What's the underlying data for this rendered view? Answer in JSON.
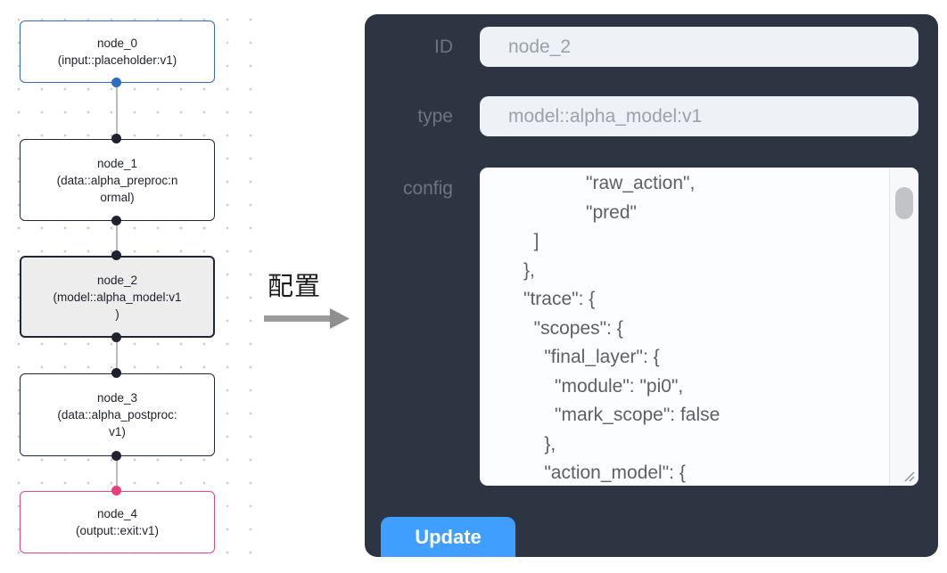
{
  "flow": {
    "nodes": [
      {
        "id": "node_0",
        "type_lines": [
          "(input::placeholder:v1)"
        ]
      },
      {
        "id": "node_1",
        "type_lines": [
          "(data::alpha_preproc:n",
          "ormal)"
        ]
      },
      {
        "id": "node_2",
        "type_lines": [
          "(model::alpha_model:v1",
          ")"
        ]
      },
      {
        "id": "node_3",
        "type_lines": [
          "(data::alpha_postproc:",
          "v1)"
        ]
      },
      {
        "id": "node_4",
        "type_lines": [
          "(output::exit:v1)"
        ]
      }
    ]
  },
  "transfer": {
    "label": "配置"
  },
  "panel": {
    "id_field": {
      "label": "ID",
      "value": "node_2"
    },
    "type_field": {
      "label": "type",
      "value": "model::alpha_model:v1"
    },
    "config_field": {
      "label": "config",
      "lines": [
        "                  \"raw_action\",",
        "                  \"pred\"",
        "        ]",
        "      },",
        "      \"trace\": {",
        "        \"scopes\": {",
        "          \"final_layer\": {",
        "            \"module\": \"pi0\",",
        "            \"mark_scope\": false",
        "          },",
        "          \"action_model\": {"
      ]
    },
    "update_button": {
      "label": "Update"
    }
  },
  "colors": {
    "panel_background": "#2e3542",
    "primary_button_blue": "#409eff",
    "input_node_accent_blue": "#2e6bc2",
    "output_node_accent_pink": "#e8467f",
    "selected_node_fill": "#ededee",
    "node_border": "#222738",
    "edge_gray": "#b9bdc3",
    "arrow_gray": "#9c9c9c"
  }
}
